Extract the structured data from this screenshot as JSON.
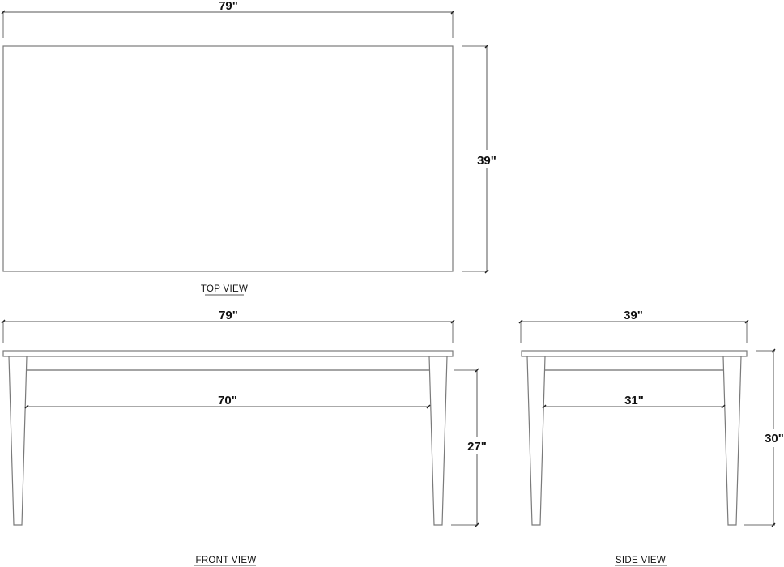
{
  "drawing": {
    "top_view": {
      "label": "TOP VIEW",
      "width_dimension": "79\"",
      "depth_dimension": "39\""
    },
    "front_view": {
      "label": "FRONT VIEW",
      "width_dimension": "79\"",
      "apron_span_dimension": "70\"",
      "leg_clearance_dimension": "27\""
    },
    "side_view": {
      "label": "SIDE VIEW",
      "width_dimension": "39\"",
      "apron_span_dimension": "31\"",
      "height_dimension": "30\""
    },
    "colors": {
      "background": "#ffffff",
      "line": "#7a7a7a",
      "text": "#111111"
    }
  }
}
